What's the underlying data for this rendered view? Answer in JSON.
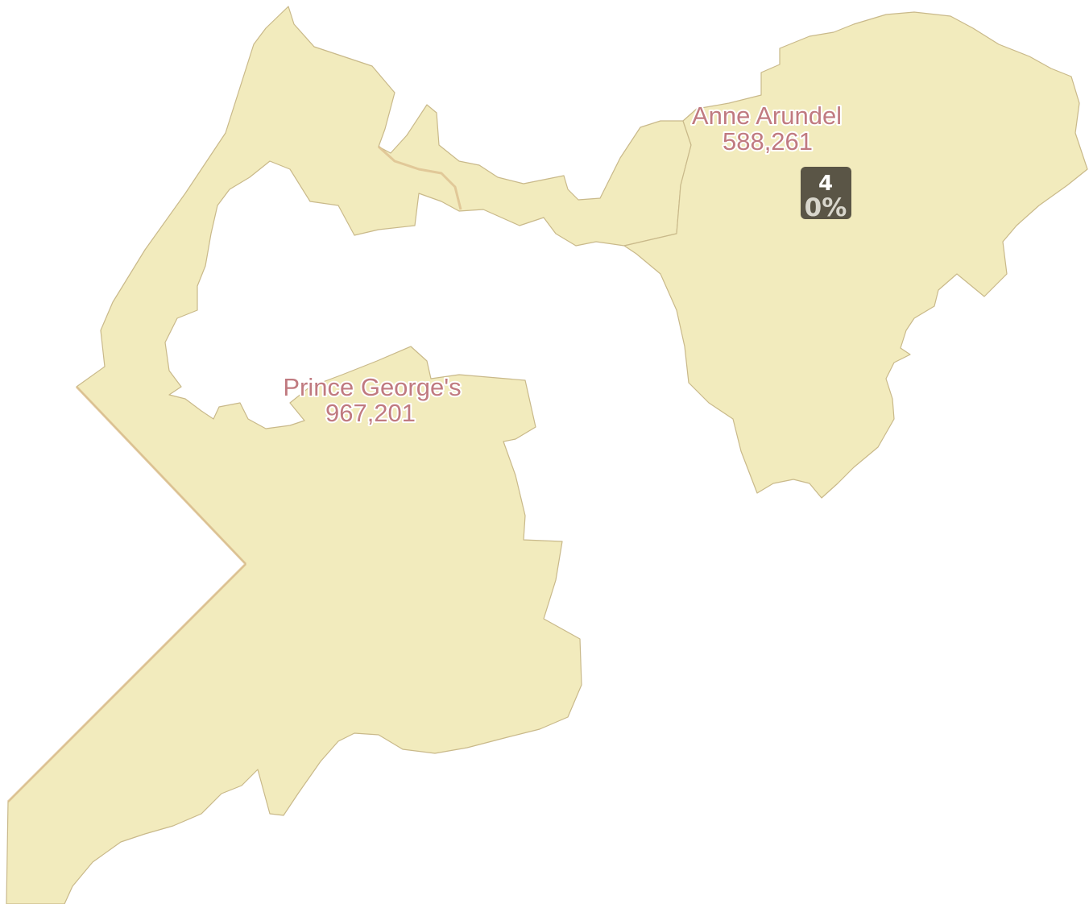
{
  "colors": {
    "county_fill": "#f2ebbd",
    "county_border": "#c9b98a",
    "label_text": "#c07a80",
    "badge_fill": "#5a5546",
    "background": "#ffffff"
  },
  "counties": [
    {
      "id": "prince-georges",
      "name": "Prince George's",
      "population": "967,201"
    },
    {
      "id": "anne-arundel",
      "name": "Anne Arundel",
      "population": "588,261"
    }
  ],
  "badge": {
    "count": "4",
    "percent": "0%"
  }
}
